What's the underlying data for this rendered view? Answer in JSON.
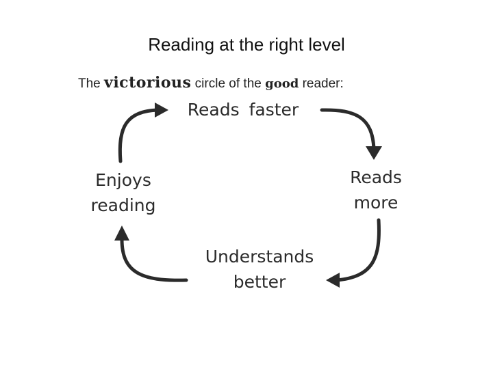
{
  "slide": {
    "title": "Reading at the right level",
    "subtitle": {
      "part1": "The ",
      "emphasis1": "victorious",
      "part2": " circle of the ",
      "emphasis2": "good",
      "part3": " reader:"
    }
  },
  "cycle": {
    "nodes": [
      {
        "line1": "Reads  faster",
        "line2": ""
      },
      {
        "line1": "Reads",
        "line2": "more"
      },
      {
        "line1": "Understands",
        "line2": "better"
      },
      {
        "line1": "Enjoys",
        "line2": "reading"
      }
    ],
    "arrow_color": "#2b2b2b"
  }
}
